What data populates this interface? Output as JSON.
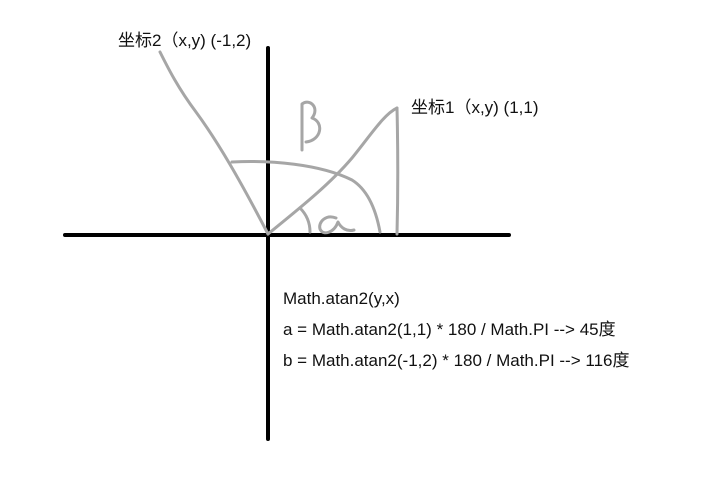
{
  "points": {
    "p2_label": "坐标2（x,y) (-1,2)",
    "p1_label": "坐标1（x,y) (1,1)"
  },
  "angle_labels": {
    "beta_icon": "beta-symbol",
    "alpha_icon": "alpha-symbol"
  },
  "formulas": [
    "Math.atan2(y,x)",
    "a = Math.atan2(1,1) * 180 / Math.PI  --> 45度",
    "b = Math.atan2(-1,2) * 180 / Math.PI --> 116度"
  ],
  "colors": {
    "axis": "#000000",
    "sketch": "#a6a6a6",
    "text": "#111111",
    "background": "#ffffff"
  }
}
